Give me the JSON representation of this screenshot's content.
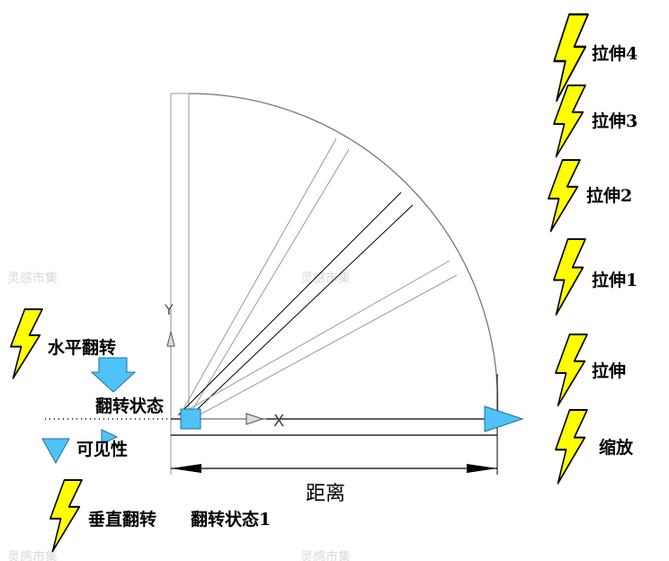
{
  "watermarks": [
    "灵感市集",
    "灵感市集",
    "灵感市集",
    "灵感市集"
  ],
  "params": {
    "stretch4": "拉伸4",
    "stretch3": "拉伸3",
    "stretch2": "拉伸2",
    "stretch1": "拉伸1",
    "stretch": "拉伸",
    "scale": "缩放",
    "flip_h": "水平翻转",
    "flip_state": "翻转状态",
    "visibility": "可见性",
    "flip_v": "垂直翻转",
    "flip_state1": "翻转状态1"
  },
  "dimension": {
    "label": "距离"
  },
  "axes": {
    "x": "X",
    "y": "Y"
  },
  "colors": {
    "lightning": "#ffff00",
    "grip": "#4fc3f7",
    "line": "#000000",
    "faint": "#9a9a9a"
  }
}
